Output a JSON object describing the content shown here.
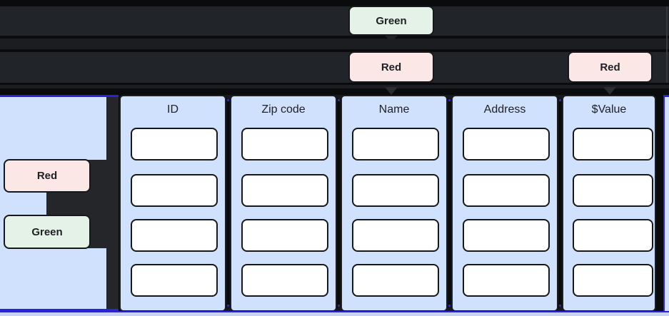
{
  "colors": {
    "background": "#0a0b0d",
    "dark_row": "#212429",
    "dark_row_thin": "#1b1d20",
    "green_badge_bg": "#e4f2e8",
    "red_badge_bg": "#fbe7e6",
    "badge_border": "#17181b",
    "badge_text": "#202124",
    "column_bg": "#cfe1fc",
    "column_border": "#1b1e23",
    "cell_bg": "#ffffff",
    "selection_blue": "#2b22db",
    "connector_dark": "#242629",
    "bottom_strip": "#c9d2f2"
  },
  "top_annotations": {
    "green_badge": {
      "label": "Green"
    },
    "red_badge_left": {
      "label": "Red"
    },
    "red_badge_right": {
      "label": "Red"
    }
  },
  "left_panel": {
    "red_badge": {
      "label": "Red"
    },
    "green_badge": {
      "label": "Green"
    }
  },
  "table": {
    "columns": [
      {
        "header": "ID",
        "cells": [
          "",
          "",
          "",
          ""
        ]
      },
      {
        "header": "Zip code",
        "cells": [
          "",
          "",
          "",
          ""
        ]
      },
      {
        "header": "Name",
        "cells": [
          "",
          "",
          "",
          ""
        ]
      },
      {
        "header": "Address",
        "cells": [
          "",
          "",
          "",
          ""
        ]
      },
      {
        "header": "$Value",
        "cells": [
          "",
          "",
          "",
          ""
        ]
      }
    ]
  }
}
